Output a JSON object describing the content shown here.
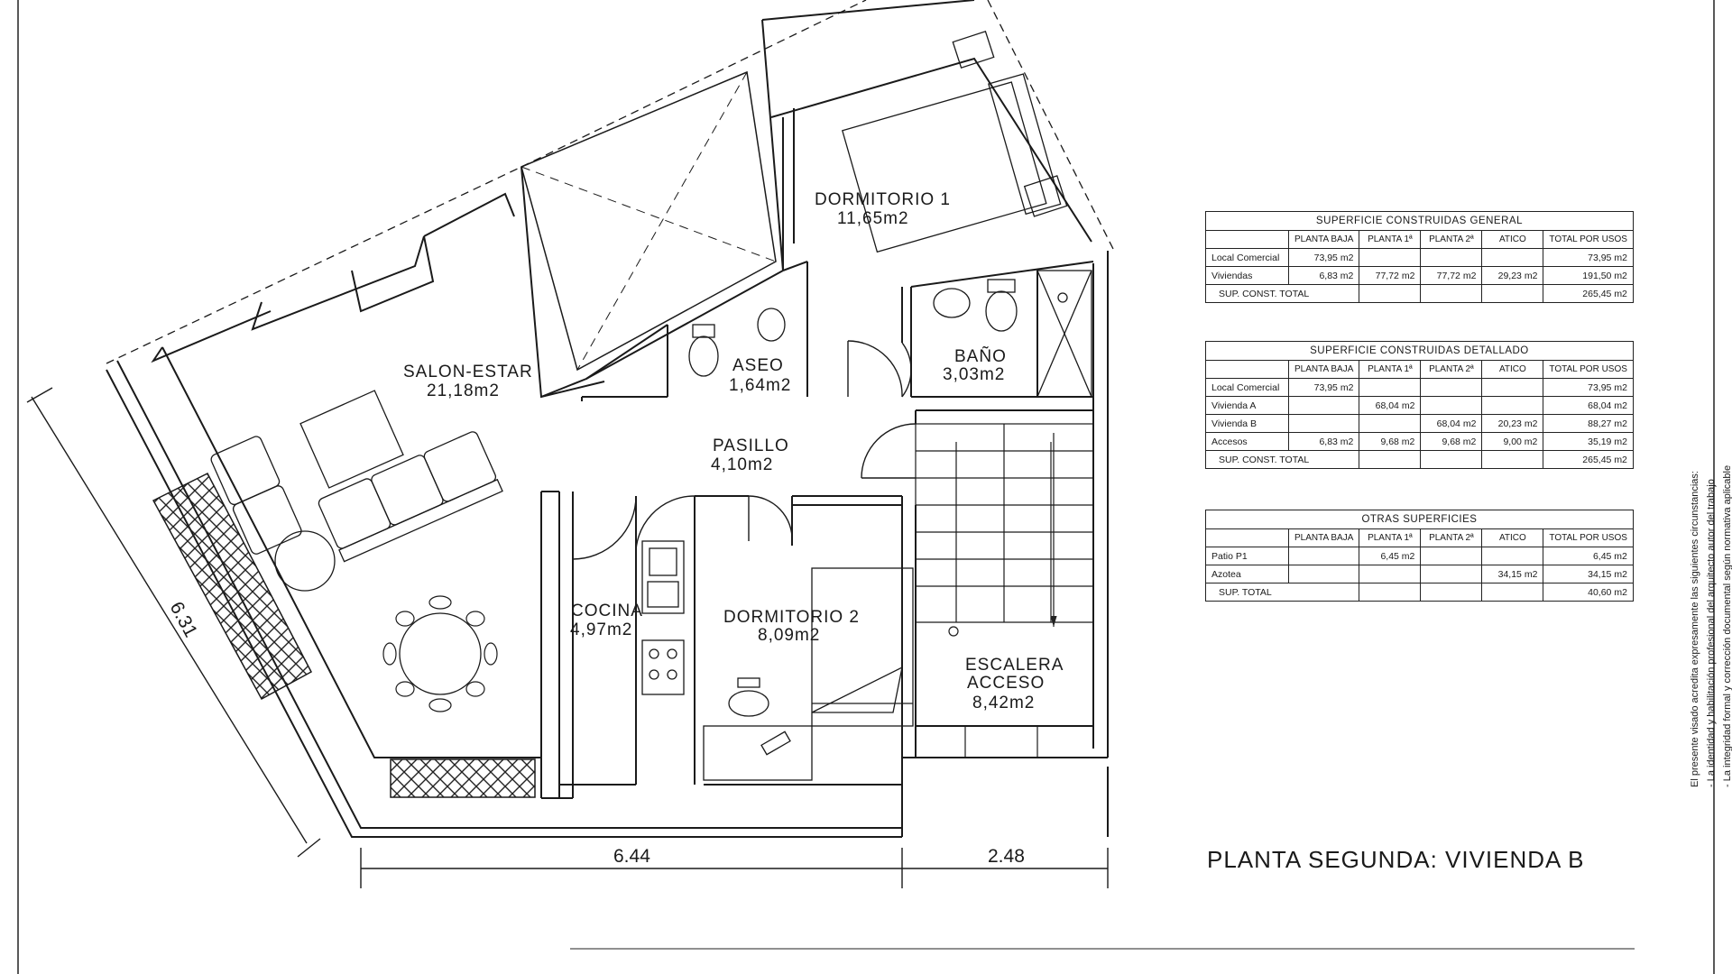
{
  "plan": {
    "title": "PLANTA SEGUNDA: VIVIENDA B",
    "rooms": [
      {
        "id": "salon",
        "name": "SALON-ESTAR",
        "area": "21,18m2"
      },
      {
        "id": "dorm1",
        "name": "DORMITORIO 1",
        "area": "11,65m2"
      },
      {
        "id": "aseo",
        "name": "ASEO",
        "area": "1,64m2"
      },
      {
        "id": "bano",
        "name": "BAÑO",
        "area": "3,03m2"
      },
      {
        "id": "pasillo",
        "name": "PASILLO",
        "area": "4,10m2"
      },
      {
        "id": "cocina",
        "name": "COCINA",
        "area": "4,97m2"
      },
      {
        "id": "dorm2",
        "name": "DORMITORIO 2",
        "area": "8,09m2"
      },
      {
        "id": "escalera",
        "name": "ESCALERA",
        "name2": "ACCESO",
        "area": "8,42m2"
      }
    ],
    "dimensions": {
      "left": "6.31",
      "bottom_main": "6.44",
      "bottom_right": "2.48"
    }
  },
  "tables": {
    "general": {
      "title": "SUPERFICIE CONSTRUIDAS GENERAL",
      "headers": [
        "",
        "PLANTA BAJA",
        "PLANTA 1ª",
        "PLANTA 2ª",
        "ATICO",
        "TOTAL POR USOS"
      ],
      "rows": [
        [
          "Local Comercial",
          "73,95 m2",
          "",
          "",
          "",
          "73,95 m2"
        ],
        [
          "Viviendas",
          "6,83 m2",
          "77,72 m2",
          "77,72 m2",
          "29,23 m2",
          "191,50 m2"
        ]
      ],
      "total_label": "SUP. CONST. TOTAL",
      "total_value": "265,45 m2"
    },
    "detallado": {
      "title": "SUPERFICIE CONSTRUIDAS DETALLADO",
      "headers": [
        "",
        "PLANTA BAJA",
        "PLANTA 1ª",
        "PLANTA 2ª",
        "ATICO",
        "TOTAL POR USOS"
      ],
      "rows": [
        [
          "Local Comercial",
          "73,95 m2",
          "",
          "",
          "",
          "73,95 m2"
        ],
        [
          "Vivienda A",
          "",
          "68,04 m2",
          "",
          "",
          "68,04 m2"
        ],
        [
          "Vivienda B",
          "",
          "",
          "68,04 m2",
          "20,23 m2",
          "88,27 m2"
        ],
        [
          "Accesos",
          "6,83 m2",
          "9,68 m2",
          "9,68 m2",
          "9,00 m2",
          "35,19 m2"
        ]
      ],
      "total_label": "SUP. CONST. TOTAL",
      "total_value": "265,45 m2"
    },
    "otras": {
      "title": "OTRAS SUPERFICIES",
      "headers": [
        "",
        "PLANTA BAJA",
        "PLANTA 1ª",
        "PLANTA 2ª",
        "ATICO",
        "TOTAL POR USOS"
      ],
      "rows": [
        [
          "Patio P1",
          "",
          "6,45 m2",
          "",
          "",
          "6,45 m2"
        ],
        [
          "Azotea",
          "",
          "",
          "",
          "34,15 m2",
          "34,15 m2"
        ]
      ],
      "total_label": "SUP. TOTAL",
      "total_value": "40,60 m2"
    }
  },
  "legal": {
    "line1": "El presente visado acredita expresamente las siguientes circunstancias:",
    "line2": "- La identidad y habilitación profesional del arquitecto autor del trabajo",
    "line3": "- La integridad formal y corrección documental según normativa aplicable"
  }
}
